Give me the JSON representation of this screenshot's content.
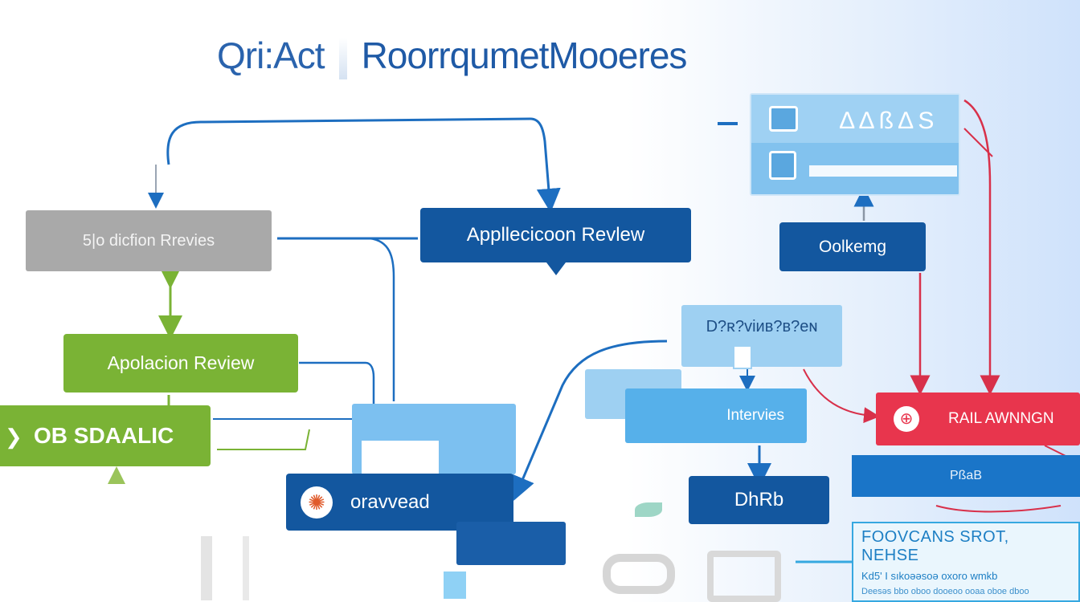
{
  "title": {
    "left": "Qri:Act",
    "right": "RoorrqumetMooeres"
  },
  "nodes": {
    "gray_review": "5|o dicfion Rrevies",
    "app_review_top": "Appllecicoon Revlew",
    "app_review_green": "Apolacion  Review",
    "obsaaic": "OB  SDAALIC",
    "onboarding_panel": "∆∆ß∆S",
    "ookerng": "Oolkemg",
    "drivinaben": "D?ʀ?viив?ʙ?eɴ",
    "interviews": "Intervies",
    "rail": "RAIL AWNNGN",
    "oravead": "oravvead",
    "dhrb": "DhRb",
    "pbab": "PßaB"
  },
  "panel": {
    "line1": "FOOVCANS  SROT, NEHSE",
    "line2": "Kd5' I  sıkoəəsoə  oxoro  wmkb",
    "line3": "Deesəs bbo oboo dooeoo  ooaa  oboe  dboo"
  },
  "colors": {
    "navy": "#13579f",
    "green": "#7ab335",
    "red": "#e8354d",
    "sky": "#56b0ea",
    "gray": "#a9a9a9",
    "link_blue": "#1d6ec0"
  }
}
